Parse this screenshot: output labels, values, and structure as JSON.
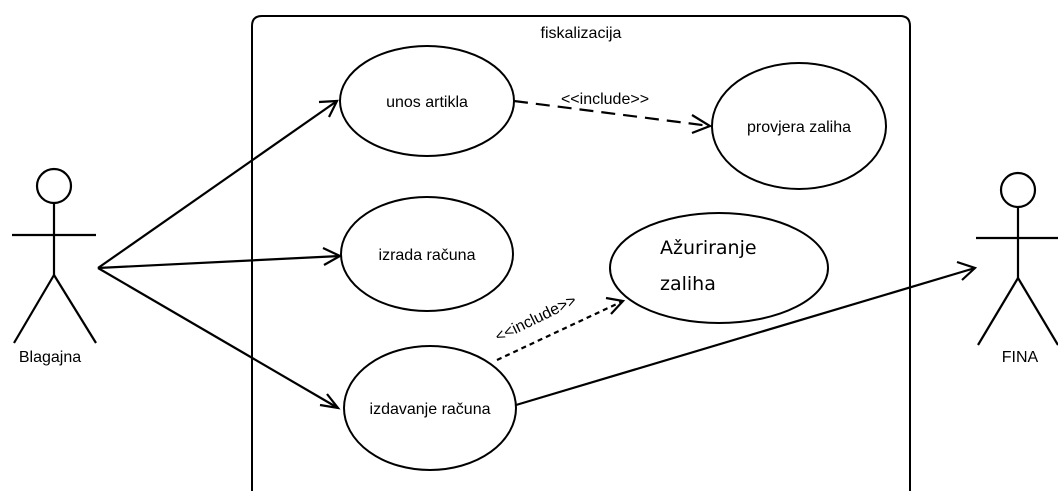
{
  "system": {
    "name": "fiskalizacija"
  },
  "actors": {
    "blagajna": {
      "name": "Blagajna"
    },
    "fina": {
      "name": "FINA"
    }
  },
  "use_cases": {
    "unos": "unos artikla",
    "provjera": "provjera zaliha",
    "izrada": "izrada računa",
    "azuriranje_line1": "Ažuriranje",
    "azuriranje_line2": "zaliha",
    "izdavanje": "izdavanje računa"
  },
  "relations": {
    "include_1": "<<include>>",
    "include_2": "<<include>>"
  }
}
